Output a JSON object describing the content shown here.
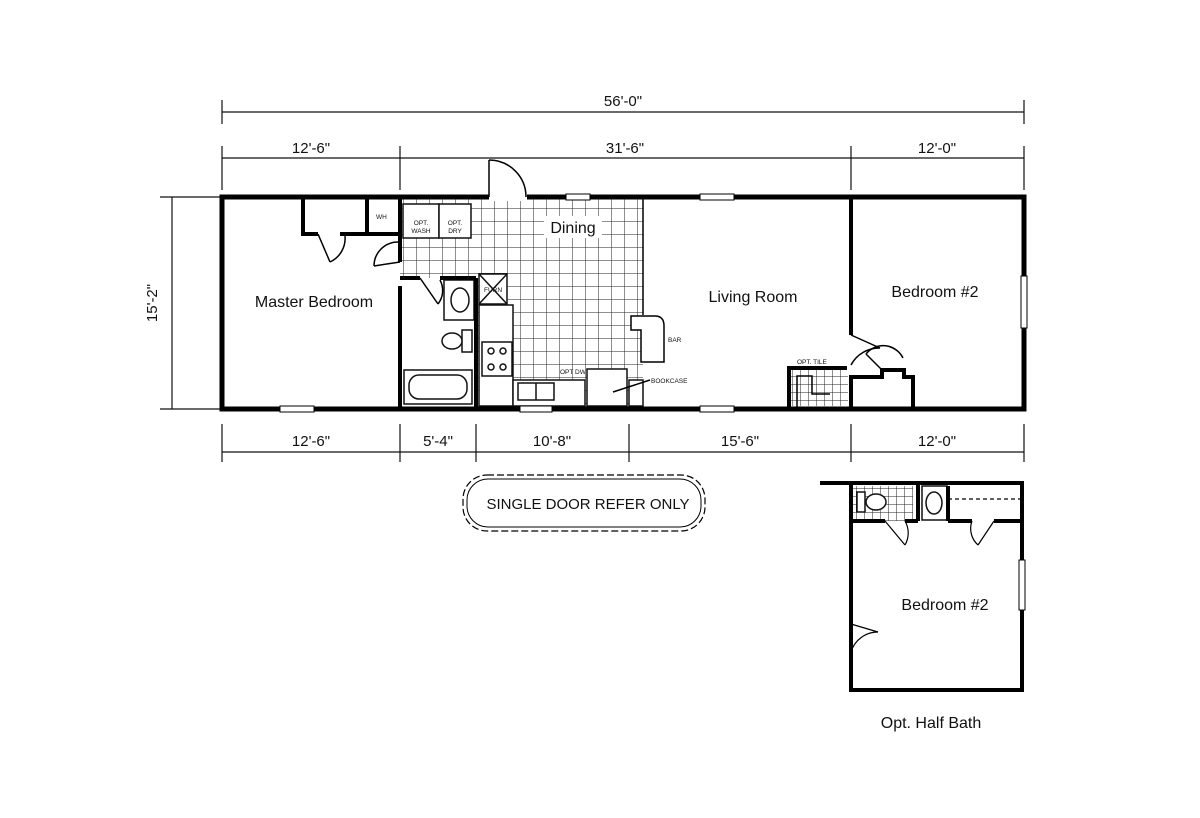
{
  "dimensions": {
    "overall_width": "56'-0\"",
    "overall_depth": "15'-2\"",
    "top_segments": [
      "12'-6\"",
      "31'-6\"",
      "12'-0\""
    ],
    "bottom_segments": [
      "12'-6\"",
      "5'-4\"",
      "10'-8\"",
      "15'-6\"",
      "12'-0\""
    ]
  },
  "rooms": {
    "master_bedroom": "Master Bedroom",
    "dining": "Dining",
    "living_room": "Living Room",
    "bedroom_2": "Bedroom #2"
  },
  "fixtures": {
    "wh": "WH",
    "opt_wash": [
      "OPT.",
      "WASH"
    ],
    "opt_dry": [
      "OPT.",
      "DRY"
    ],
    "furn": "FURN",
    "opt_dw": "OPT DW",
    "bookcase": "BOOKCASE",
    "bar": "BAR",
    "opt_tile": "OPT. TILE"
  },
  "note": "SINGLE DOOR REFER ONLY",
  "inset": {
    "room": "Bedroom #2",
    "caption": "Opt. Half Bath"
  }
}
